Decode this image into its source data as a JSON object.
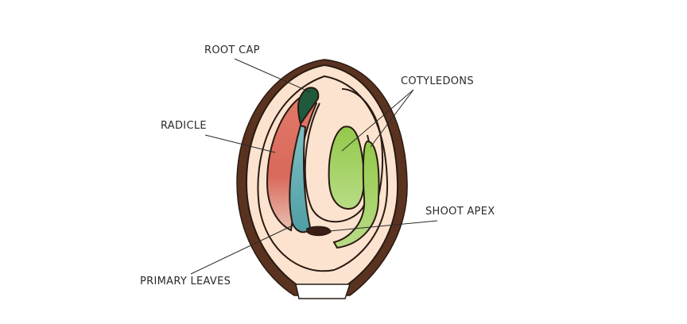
{
  "diagram": {
    "labels": {
      "root_cap": "ROOT CAP",
      "radicle": "RADICLE",
      "cotyledons": "COTYLEDONS",
      "shoot_apex": "SHOOT APEX",
      "primary_leaves": "PRIMARY LEAVES"
    },
    "colors": {
      "seed_coat": "#5a3320",
      "seed_inner": "#fbe3cf",
      "root_cap": "#1f5a3c",
      "radicle": "#d9695a",
      "primary_leaves": "#5fa8a8",
      "cotyledons": "#8cc63f",
      "shoot_apex": "#3b1f14",
      "outline": "#2a1a12"
    }
  }
}
